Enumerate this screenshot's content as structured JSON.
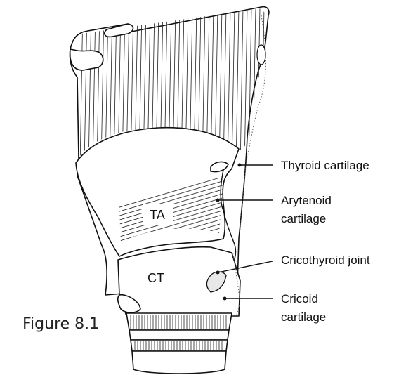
{
  "labels": {
    "thyroid": "Thyroid cartilage",
    "arytenoid_1": "Arytenoid",
    "arytenoid_2": "cartilage",
    "cricothyroid_joint": "Cricothyroid joint",
    "cricoid_1": "Cricoid",
    "cricoid_2": "cartilage",
    "ta": "TA",
    "ct": "CT"
  },
  "caption": "Figure 8.1"
}
